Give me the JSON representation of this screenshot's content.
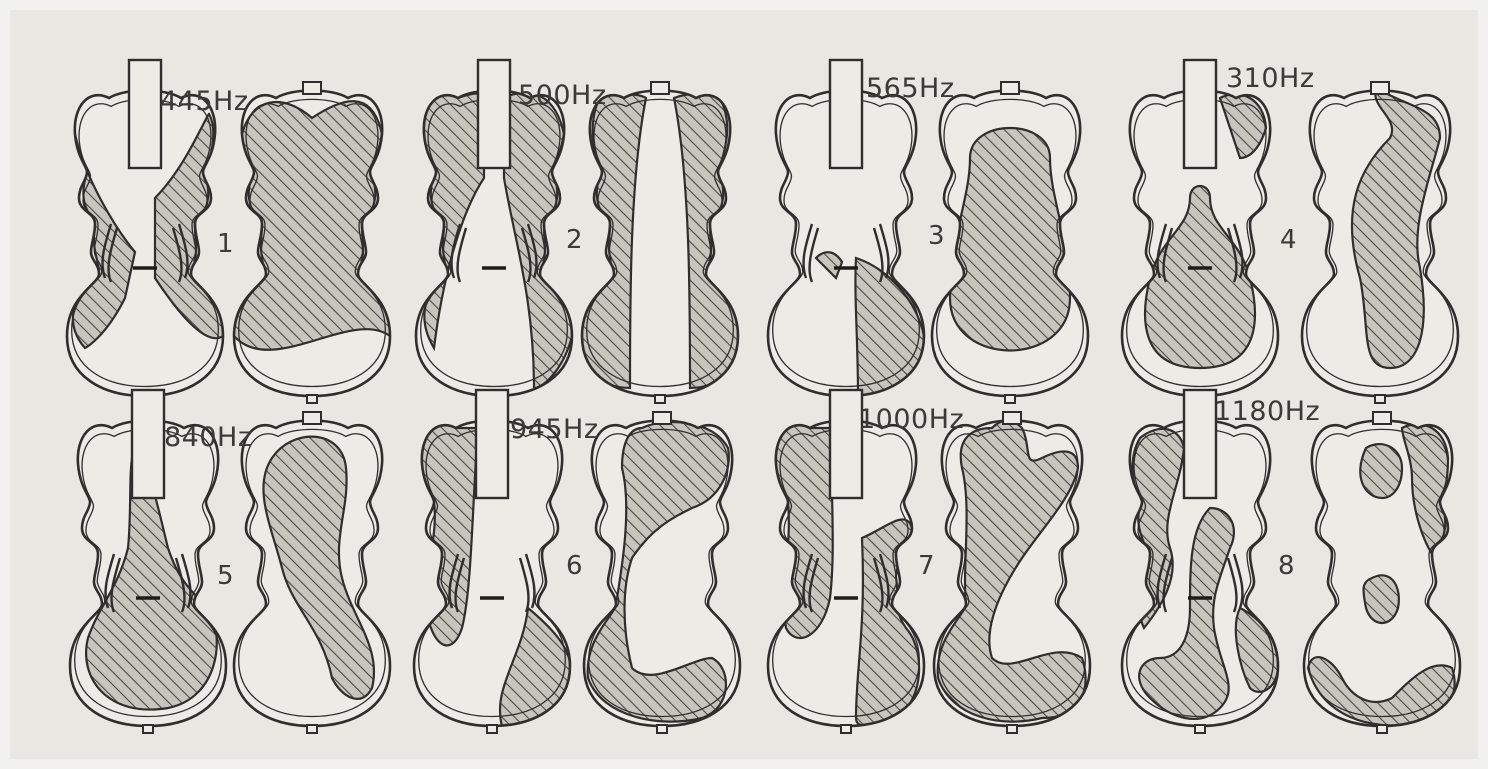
{
  "figure": {
    "modes": [
      {
        "number": "1",
        "frequency": "445Hz"
      },
      {
        "number": "2",
        "frequency": "500Hz"
      },
      {
        "number": "3",
        "frequency": "565Hz"
      },
      {
        "number": "4",
        "frequency": "310Hz"
      },
      {
        "number": "5",
        "frequency": "840Hz"
      },
      {
        "number": "6",
        "frequency": "945Hz"
      },
      {
        "number": "7",
        "frequency": "1000Hz"
      },
      {
        "number": "8",
        "frequency": "1180Hz"
      }
    ]
  },
  "colors": {
    "background": "#e8e7e1",
    "outline": "#2e2e2c",
    "hatch_fill": "#9a9a94"
  }
}
